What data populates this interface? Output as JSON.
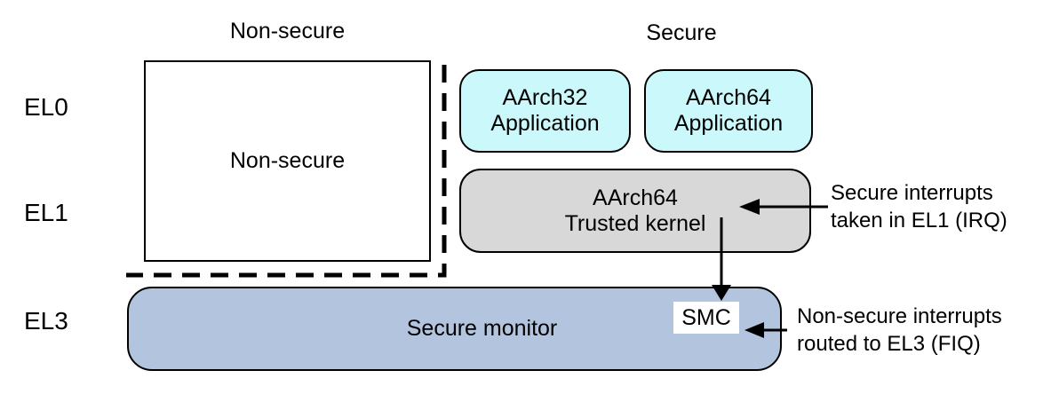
{
  "titles": {
    "non_secure": "Non-secure",
    "secure": "Secure"
  },
  "el_labels": [
    {
      "id": "el0",
      "label": "EL0"
    },
    {
      "id": "el1",
      "label": "EL1"
    },
    {
      "id": "el3",
      "label": "EL3"
    }
  ],
  "boxes": {
    "non_secure_world": {
      "label": "Non-secure"
    },
    "aarch32_app": {
      "line1": "AArch32",
      "line2": "Application"
    },
    "aarch64_app": {
      "line1": "AArch64",
      "line2": "Application"
    },
    "trusted_kernel": {
      "line1": "AArch64",
      "line2": "Trusted kernel"
    },
    "secure_monitor": {
      "label": "Secure monitor"
    },
    "smc": {
      "label": "SMC"
    }
  },
  "annotations": {
    "irq": {
      "line1": "Secure interrupts",
      "line2": "taken in EL1 (IRQ)"
    },
    "fiq": {
      "line1": "Non-secure interrupts",
      "line2": "routed to EL3 (FIQ)"
    }
  },
  "colors": {
    "background": "#FFFFFF",
    "border": "#000000",
    "application_box": "#CBF8FA",
    "trusted_kernel_box": "#D8D8D8",
    "secure_monitor_box": "#B2C4DE",
    "text": "#000000"
  }
}
